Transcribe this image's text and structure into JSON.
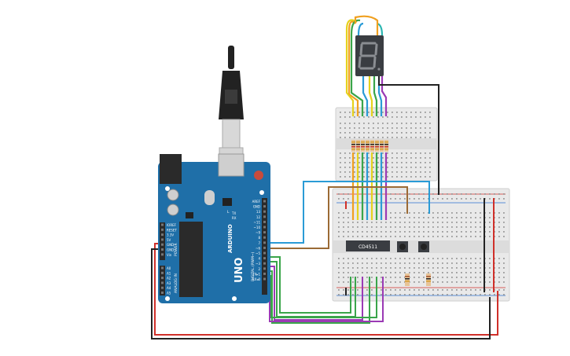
{
  "colors": {
    "board_blue": "#1f6fa8",
    "breadboard": "#e8e8e8",
    "display_body": "#3a3d42",
    "segment_off": "#8a8d92",
    "wire_red": "#d0302a",
    "wire_black": "#222222",
    "wire_blue": "#2a9bd6",
    "wire_brown": "#9b6a35",
    "wire_green": "#3aa54a",
    "wire_purple": "#9b3ab5",
    "wire_orange": "#f0a020",
    "wire_yellow": "#e6d21c",
    "wire_teal": "#2ab5b0"
  },
  "arduino": {
    "logo_text": "ARDUINO",
    "model_text": "UNO",
    "digital_label": "DIGITAL (PWM~)",
    "analog_label": "ANALOG IN",
    "power_label": "POWER",
    "power_pins": [
      "IOREF",
      "RESET",
      "3.3V",
      "5V",
      "GND",
      "GND",
      "Vin"
    ],
    "analog_pins": [
      "A0",
      "A1",
      "A2",
      "A3",
      "A4",
      "A5"
    ],
    "digital_pins": [
      "AREF",
      "GND",
      "13",
      "12",
      "~11",
      "~10",
      "~9",
      "8",
      "7",
      "~6",
      "~5",
      "4",
      "~3",
      "2",
      "TX▸1",
      "RX◂0"
    ],
    "tx_label": "TX",
    "rx_label": "RX",
    "l_label": "L"
  },
  "ic_chip": {
    "label": "CD4511"
  },
  "icons": [
    "usb-cable-icon",
    "seven-segment-display-icon",
    "pushbutton-icon",
    "resistor-icon"
  ]
}
